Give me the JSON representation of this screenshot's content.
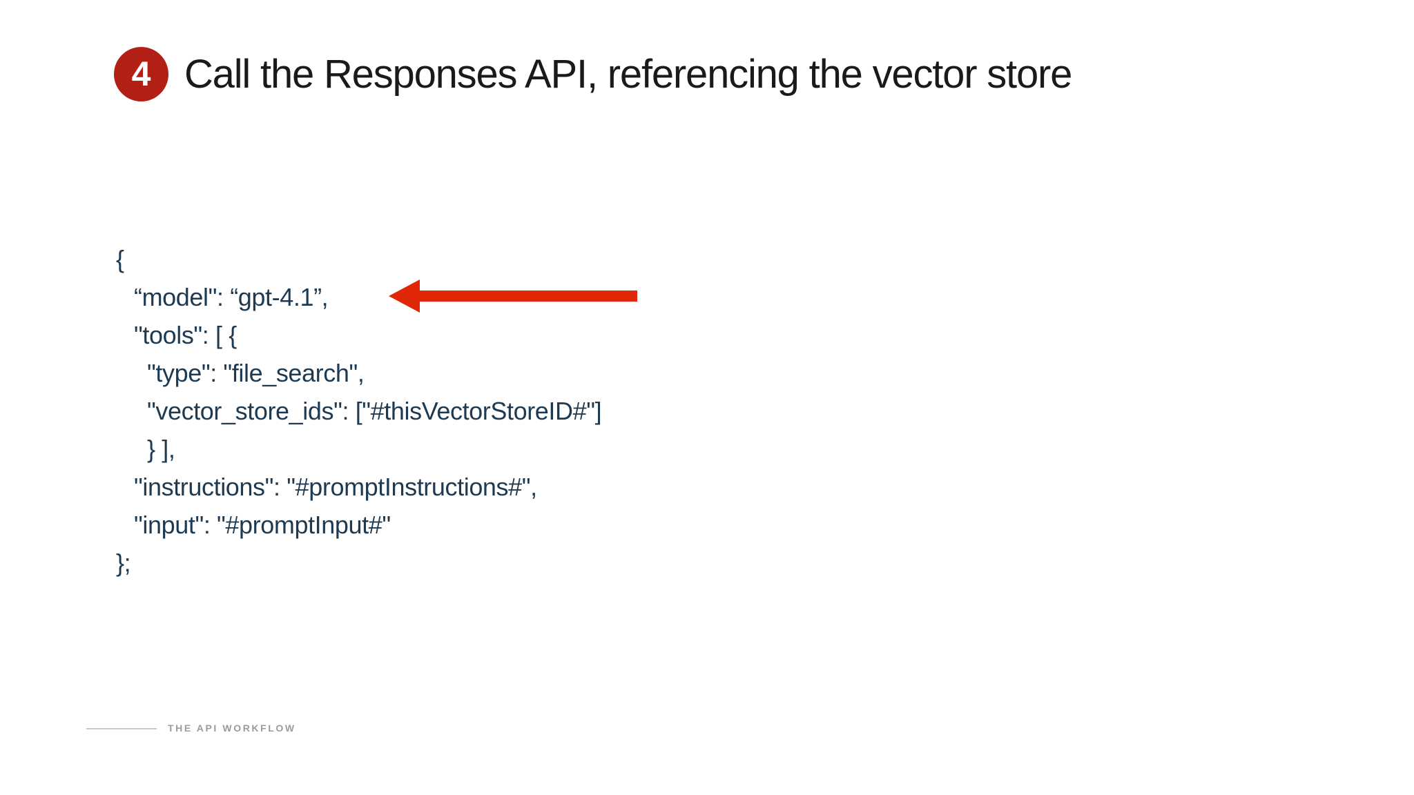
{
  "slide": {
    "step_number": "4",
    "title": "Call the Responses API, referencing the vector store"
  },
  "code": {
    "lines": [
      {
        "text": "{"
      },
      {
        "text": "“model\": “gpt-4.1”,"
      },
      {
        "text": "\"tools\": [ {"
      },
      {
        "text": "\"type\": \"file_search\","
      },
      {
        "text": "\"vector_store_ids\": [\"#thisVectorStoreID#\"]"
      },
      {
        "text": "} ],"
      },
      {
        "text": "\"instructions\": \"#promptInstructions#\","
      },
      {
        "text": "\"input\": \"#promptInput#\""
      },
      {
        "text": "};"
      }
    ]
  },
  "annotation": {
    "arrow_direction": "left",
    "arrow_color": "#e02708"
  },
  "footer": {
    "label": "THE API WORKFLOW"
  },
  "colors": {
    "background": "#ffffff",
    "badge_red": "#b22015",
    "arrow_red": "#e02708",
    "code_text": "#1d3a52",
    "title_text": "#1a1a1a",
    "footer_text": "#9b9b9b",
    "footer_line": "#cbcbcb"
  }
}
